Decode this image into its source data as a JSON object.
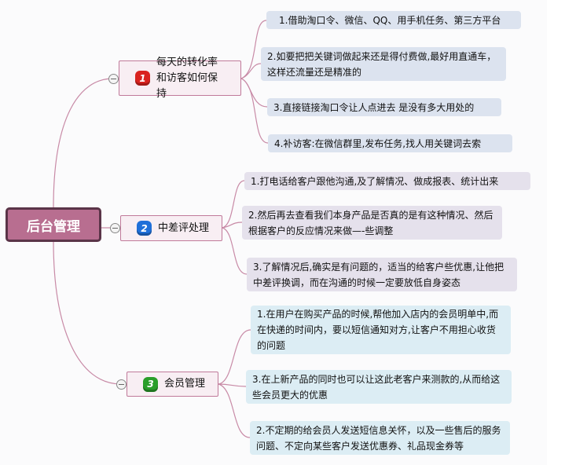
{
  "root": {
    "label": "后台管理"
  },
  "branches": [
    {
      "number": "1",
      "label": "每天的转化率和访客如何保持",
      "color": "#d9231f",
      "leaves": [
        "1.借助淘口令、微信、QQ、用手机任务、第三方平台",
        "2.如要把把关键词做起来还是得付费做,最好用直通车，这样还流量还是精准的",
        "3.直接链接淘口令让人点进去 是没有多大用处的",
        "4.补访客:在微信群里,发布任务,找人用关键词去索"
      ]
    },
    {
      "number": "2",
      "label": "中差评处理",
      "color": "#1f6fd9",
      "leaves": [
        "1.打电话给客户跟他沟通,及了解情况、做成报表、统计出来",
        "2.然后再去查看我们本身产品是否真的是有这种情况、然后根据客户的反应情况来做—-些调整",
        "3.了解情况后,确实是有问题的，适当的给客户些优惠,让他把中差评换调，而在沟通的时候一定要放低自身姿态"
      ]
    },
    {
      "number": "3",
      "label": "会员管理",
      "color": "#2a9e2a",
      "leaves": [
        "1.在用户在购买产品的时候,帮他加入店内的会员明单中,而在快递的时间内，要以短信通知对方,让客户不用担心收货的问题",
        "3.在上新产品的同时也可以让这此老客户来测款的,从而给这些会员更大的优惠",
        "2.不定期的给会员人发送短信息关怀，以及一些售后的服务问题、不定向某些客户发送优惠券、礼品现金券等"
      ]
    }
  ]
}
